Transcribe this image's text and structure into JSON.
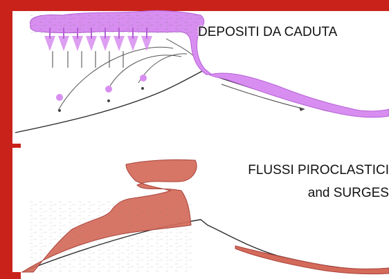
{
  "panels": [
    {
      "id": "fall",
      "caption": "DEPOSITI DA CADUTA",
      "accent": "#d88ef0",
      "accent_dark": "#b45fd6"
    },
    {
      "id": "flow",
      "caption_line1": "FLUSSI PIROCLASTICI",
      "caption_line2": "and SURGES",
      "accent": "#d46a5a",
      "accent_dark": "#a8423a"
    }
  ],
  "colors": {
    "frame": "#c9221a",
    "ground_line": "#2b2b2b",
    "sketch_gray": "#9a9a9a"
  }
}
